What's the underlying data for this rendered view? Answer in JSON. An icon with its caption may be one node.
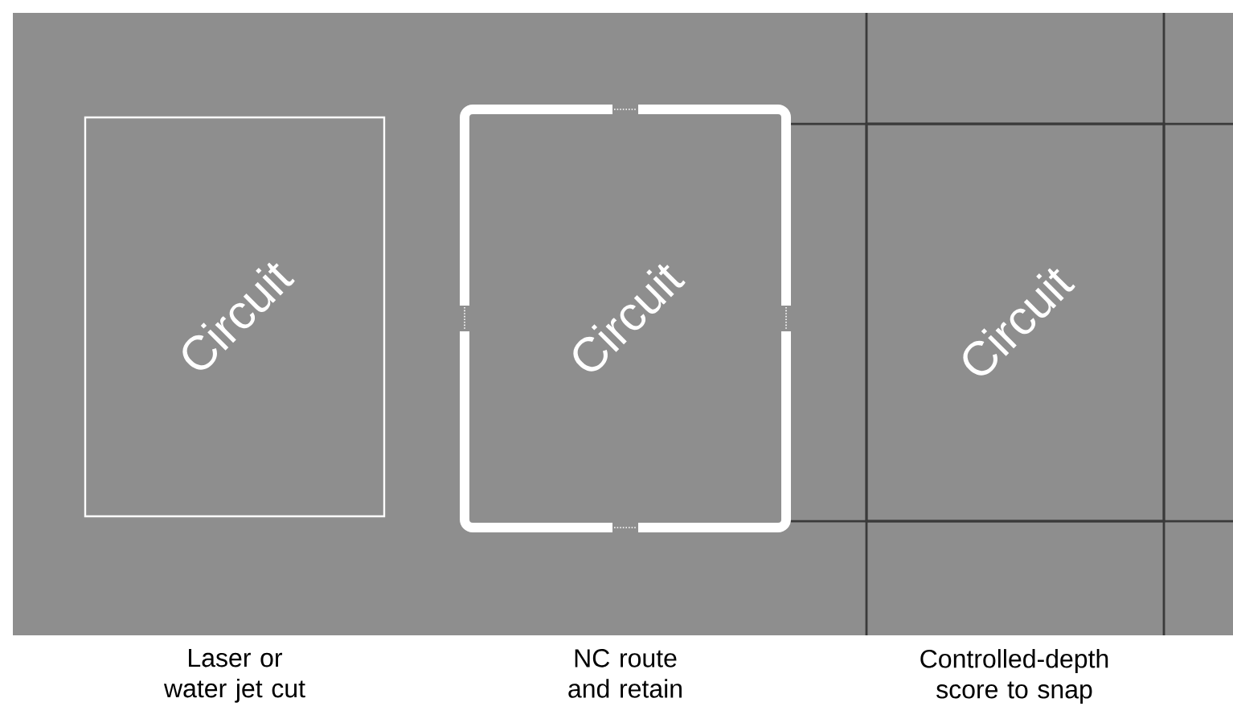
{
  "diagram": {
    "nodes": [
      {
        "text": [
          "Circuit"
        ]
      },
      {
        "text": [
          "Circuit"
        ]
      },
      {
        "text": [
          "Circuit"
        ]
      }
    ],
    "labels": [
      "Laser or water jet cut",
      "NC route and retain",
      "Controlled-depth score to snap"
    ]
  }
}
